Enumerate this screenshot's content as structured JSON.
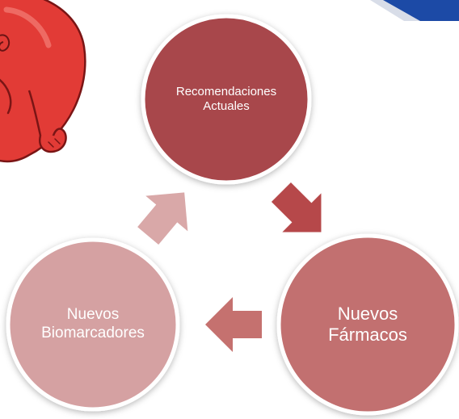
{
  "cycle": {
    "nodes": [
      {
        "id": "recomendaciones",
        "lines": [
          "Recomendaciones",
          "Actuales"
        ],
        "fill": "#a8474c"
      },
      {
        "id": "farmacos",
        "lines": [
          "Nuevos",
          "Fármacos"
        ],
        "fill": "#c2706f"
      },
      {
        "id": "biomarcadores",
        "lines": [
          "Nuevos",
          "Biomarcadores"
        ],
        "fill": "#d5a1a2"
      }
    ],
    "arrows": [
      {
        "from": "recomendaciones",
        "to": "farmacos",
        "fill": "#b6484a"
      },
      {
        "from": "farmacos",
        "to": "biomarcadores",
        "fill": "#c5716f"
      },
      {
        "from": "biomarcadores",
        "to": "recomendaciones",
        "fill": "#d9a8a8"
      }
    ]
  },
  "colors": {
    "heart_red": "#e53935",
    "heart_outline": "#7a1515",
    "corner_accent": "#1f4fb0",
    "node_border": "#ffffff"
  }
}
